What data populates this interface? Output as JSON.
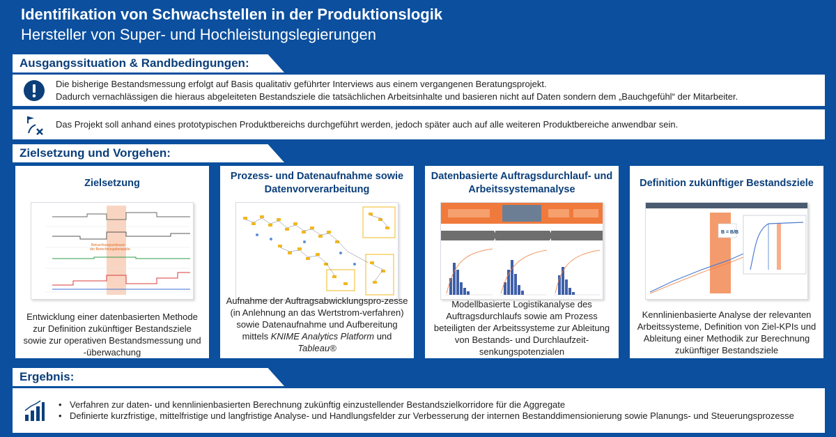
{
  "header": {
    "title": "Identifikation von Schwachstellen in der Produktionslogik",
    "subtitle": "Hersteller von Super- und Hochleistungslegierungen"
  },
  "sections": {
    "situation": "Ausgangssituation & Randbedingungen:",
    "goals": "Zielsetzung und Vorgehen:",
    "result": "Ergebnis:"
  },
  "situation": {
    "item1": {
      "icon": "exclamation-icon",
      "line1": "Die bisherige Bestandsmessung erfolgt auf Basis qualitativ geführter Interviews aus einem vergangenen Beratungsprojekt.",
      "line2": "Dadurch vernachlässigen die hieraus abgeleiteten Bestandsziele die tatsächlichen Arbeitsinhalte und basieren nicht auf Daten sondern dem „Bauchgefühl“ der Mitarbeiter."
    },
    "item2": {
      "icon": "flag-route-icon",
      "text": "Das Projekt soll anhand eines prototypischen Produktbereichs durchgeführt werden, jedoch später auch auf alle weiteren Produktbereiche anwendbar sein."
    }
  },
  "cards": [
    {
      "title": "Zielsetzung",
      "desc": "Entwicklung einer datenbasierten Methode zur Definition zukünftiger Bestandsziele sowie zur operativen Bestandsmessung und -überwachung"
    },
    {
      "title": "Prozess- und Datenaufnahme sowie Datenvorverarbeitung",
      "desc_a": "Aufnahme der Auftragsabwicklungspro-zesse (in Anlehnung an das Wertstrom-verfahren) sowie Datenaufnahme und Aufbereitung mittels ",
      "desc_knime": "KNIME Analytics Platform",
      "desc_und": " und ",
      "desc_tableau": "Tableau®"
    },
    {
      "title": "Datenbasierte Auftragsdurchlauf- und Arbeitssystemanalyse",
      "desc": "Modellbasierte Logistikanalyse des Auftragsdurchlaufs sowie am Prozess beteiligten der Arbeitssysteme zur Ableitung von Bestands- und Durchlaufzeit-senkungspotenzialen"
    },
    {
      "title": "Definition zukünftiger Bestandsziele",
      "desc": "Kennlinienbasierte Analyse der relevanten Arbeitssysteme, Definition von Ziel-KPIs und Ableitung einer Methodik zur Berechnung zukünftiger Bestandsziele"
    }
  ],
  "result": {
    "icon": "bar-chart-icon",
    "bullets": [
      "Verfahren zur daten- und kennlinienbasierten Berechnung zukünftig einzustellender Bestandszielkorridore für die Aggregate",
      "Definierte kurzfristige, mittelfristige und langfristige Analyse- und Handlungsfelder zur Verbesserung der internen Bestanddimensionierung sowie Planungs- und Steuerungsprozesse"
    ]
  },
  "colors": {
    "background": "#0b4f9e",
    "heading": "#0b3f7a",
    "accent": "#f08a4b"
  }
}
